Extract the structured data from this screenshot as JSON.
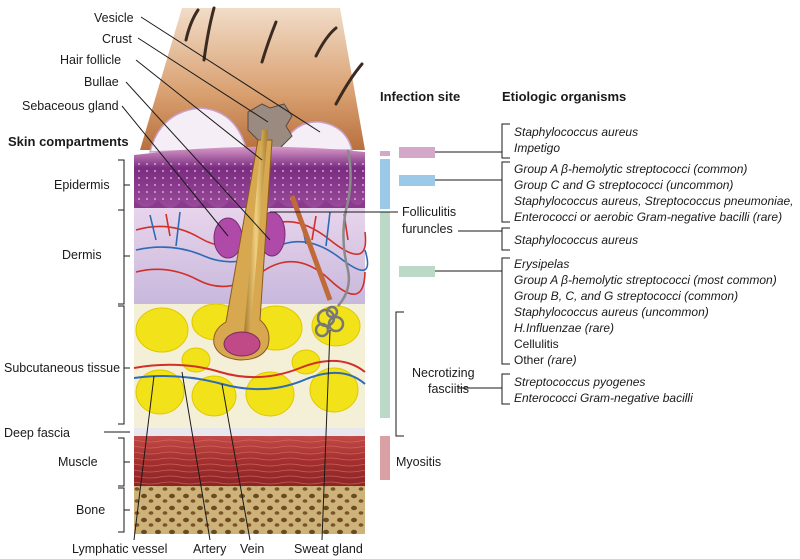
{
  "headers": {
    "skin_compartments": "Skin compartments",
    "infection_site": "Infection site",
    "etiologic_organisms": "Etiologic organisms"
  },
  "top_labels": {
    "vesicle": "Vesicle",
    "crust": "Crust",
    "hair_follicle": "Hair follicle",
    "bullae": "Bullae",
    "sebaceous_gland": "Sebaceous gland"
  },
  "compartments": {
    "epidermis": "Epidermis",
    "dermis": "Dermis",
    "subcutaneous": "Subcutaneous tissue",
    "deep_fascia": "Deep fascia",
    "muscle": "Muscle",
    "bone": "Bone"
  },
  "bottom_labels": {
    "lymphatic_vessel": "Lymphatic vessel",
    "artery": "Artery",
    "vein": "Vein",
    "sweat_gland": "Sweat gland"
  },
  "infection_sites": {
    "folliculitis": "Folliculitis",
    "furuncles": "furuncles",
    "necrotizing_1": "Necrotizing",
    "necrotizing_2": "fasciitis",
    "myositis": "Myositis"
  },
  "organisms": {
    "impetigo_sa": "Staphylococcus aureus",
    "impetigo": "Impetigo",
    "g1_a": "Group A β-hemolytic streptococci (common)",
    "g1_b": "Group C and G streptococci (uncommon)",
    "g1_c": "Staphylococcus aureus, Streptococcus pneumoniae,",
    "g1_d": "Enterococci or aerobic Gram-negative bacilli (rare)",
    "foll_sa": "Staphylococcus aureus",
    "erysipelas": "Erysipelas",
    "g2_a": "Group A β-hemolytic streptococci (most common)",
    "g2_b": "Group B, C, and G streptococci (common)",
    "g2_c": "Staphylococcus aureus (uncommon)",
    "g2_d": "H.Influenzae (rare)",
    "cellulitis": "Cellulitis",
    "other": "Other",
    "rare": " (rare)",
    "nf_a": "Streptococcus pyogenes",
    "nf_b": "Enterococci Gram-negative bacilli"
  },
  "colors": {
    "impetigo_bar": "#d3a8c8",
    "blue_bar": "#9dc9e9",
    "green_bar": "#bcd9c8",
    "myositis_bar": "#d9a1a3",
    "epidermis": "#8a3a8c",
    "fat": "#f2e21a",
    "muscle": "#b0393b",
    "bone": "#c8a868"
  }
}
